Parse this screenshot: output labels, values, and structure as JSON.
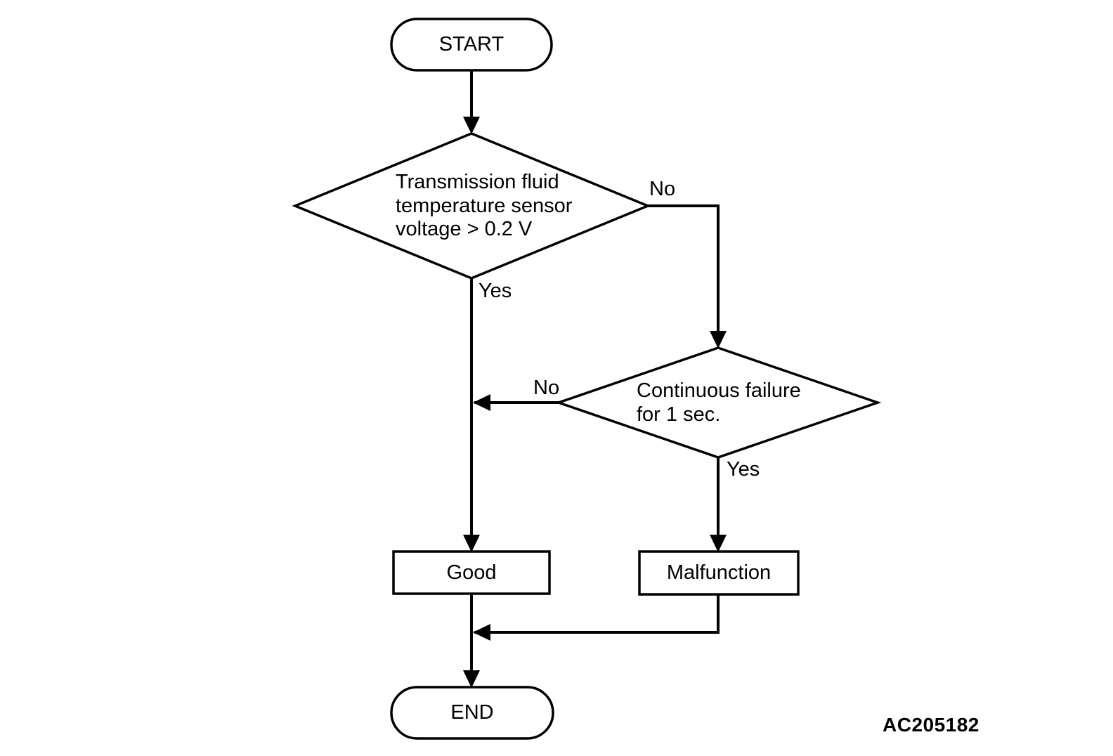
{
  "diagram": {
    "type": "flowchart",
    "figure_code": "AC205182",
    "colors": {
      "line": "#000000",
      "background": "#ffffff",
      "text": "#000000"
    },
    "nodes": {
      "start": {
        "type": "terminator",
        "label": "START"
      },
      "decision1": {
        "type": "decision",
        "label": "Transmission fluid\ntemperature sensor\nvoltage > 0.2 V"
      },
      "decision2": {
        "type": "decision",
        "label": "Continuous failure\nfor 1 sec."
      },
      "good": {
        "type": "process",
        "label": "Good"
      },
      "malfunction": {
        "type": "process",
        "label": "Malfunction"
      },
      "end": {
        "type": "terminator",
        "label": "END"
      }
    },
    "edge_labels": {
      "decision1_yes": "Yes",
      "decision1_no": "No",
      "decision2_yes": "Yes",
      "decision2_no": "No"
    }
  }
}
